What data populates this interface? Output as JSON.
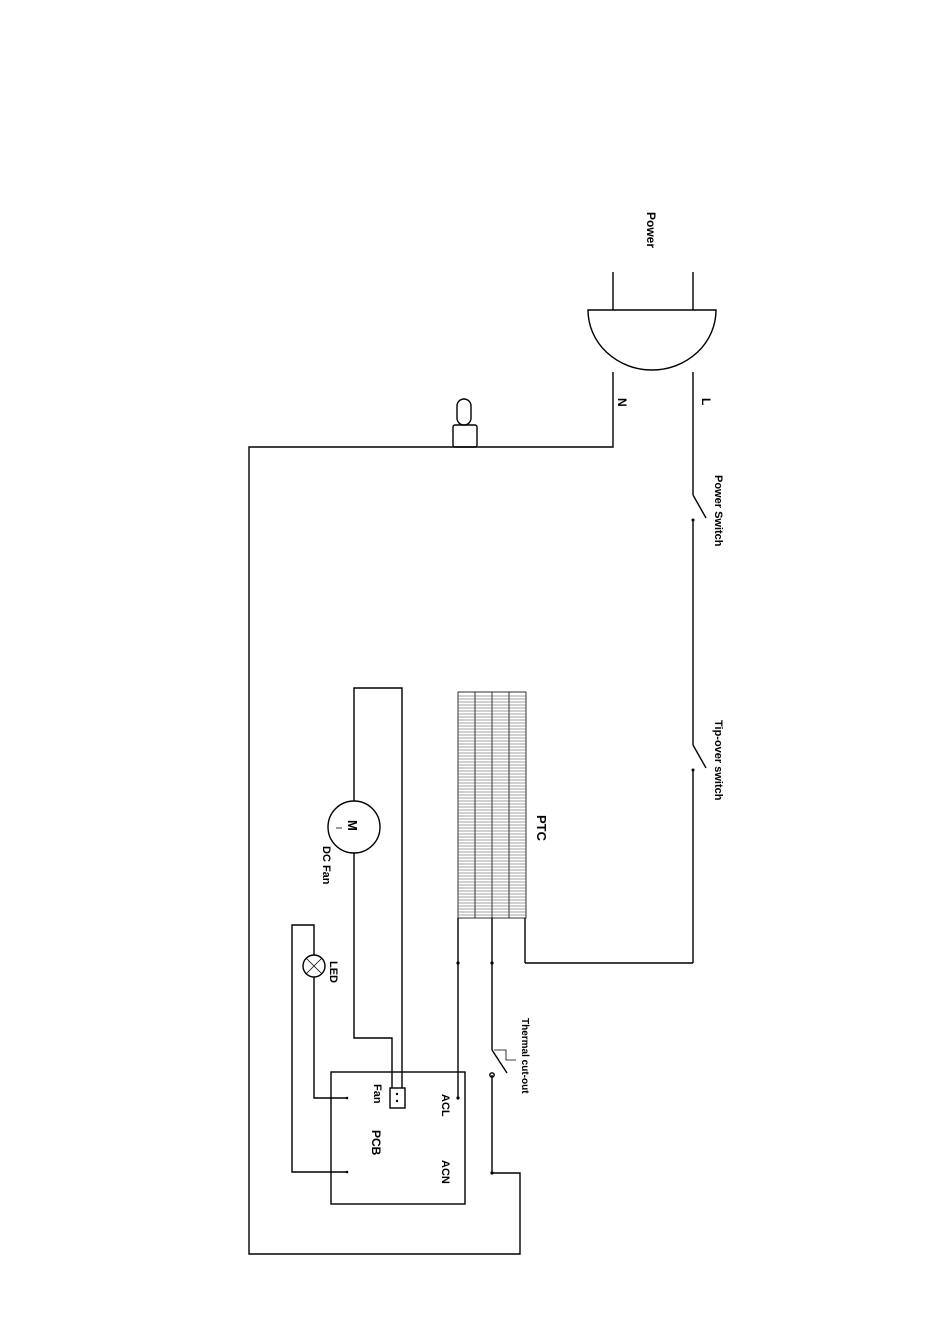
{
  "labels": {
    "power": "Power",
    "neutral": "N",
    "live": "L",
    "power_switch": "Power Switch",
    "tip_over_switch": "Tip-over switch",
    "ptc": "PTC",
    "dc_fan": "DC Fan",
    "motor": "M",
    "led": "LED",
    "thermal_cut_out": "Thermal cut-out",
    "pcb": "PCB",
    "pcb_fan": "Fan",
    "pcb_acl": "ACL",
    "pcb_acn": "ACN"
  }
}
